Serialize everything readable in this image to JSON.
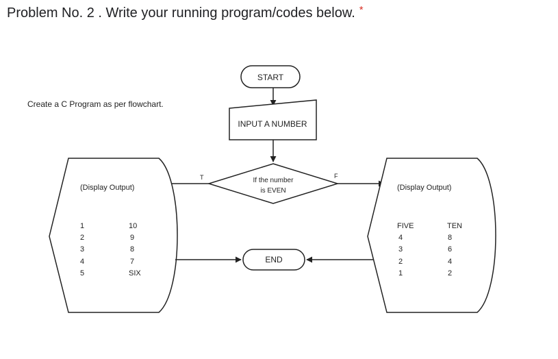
{
  "question": {
    "title": "Problem No. 2 . Write your running program/codes below.",
    "required_marker": "*"
  },
  "instruction": "Create a C Program as per flowchart.",
  "flowchart": {
    "start": "START",
    "input": "INPUT A NUMBER",
    "decision_line1": "If the number",
    "decision_line2": "is EVEN",
    "true_label": "T",
    "false_label": "F",
    "end": "END",
    "left_display": {
      "title": "(Display Output)",
      "col1": [
        "1",
        "2",
        "3",
        "4",
        "5"
      ],
      "col2": [
        "10",
        "9",
        "8",
        "7",
        "SIX"
      ]
    },
    "right_display": {
      "title": "(Display Output)",
      "col1": [
        "FIVE",
        "4",
        "3",
        "2",
        "1"
      ],
      "col2": [
        "TEN",
        "8",
        "6",
        "4",
        "2"
      ]
    }
  }
}
